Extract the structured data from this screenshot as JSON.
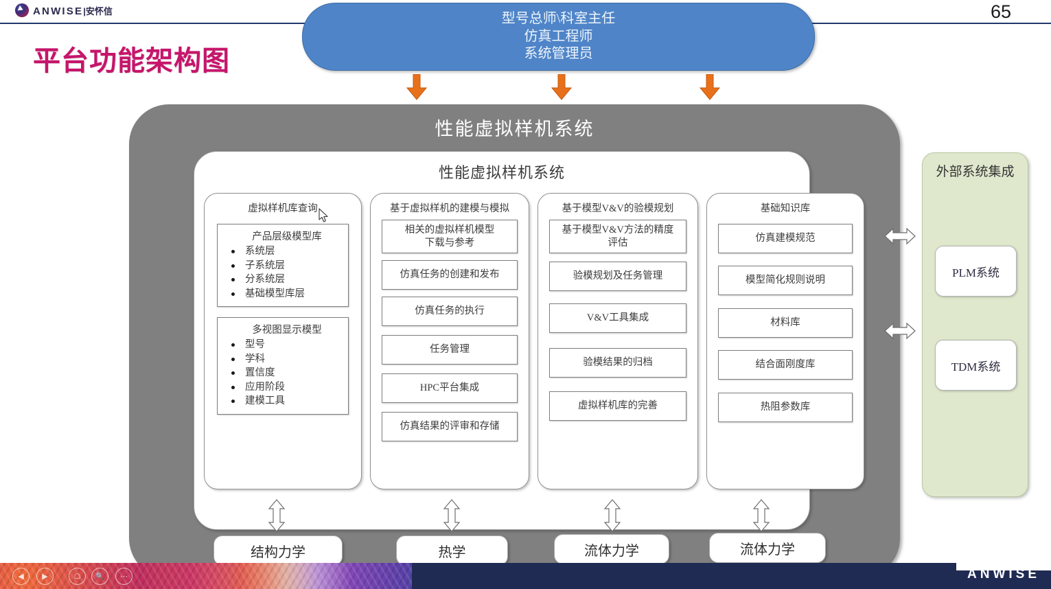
{
  "header": {
    "brand_latin": "ANWISE",
    "brand_sep": "|",
    "brand_cn": "安怀信",
    "page_number": "65"
  },
  "slide": {
    "title": "平台功能架构图"
  },
  "roles": {
    "lines": [
      "型号总师\\科室主任",
      "仿真工程师",
      "系统管理员"
    ],
    "fill_color": "#4f85c8",
    "arrow_color": "#e8701a"
  },
  "outer_system": {
    "title": "性能虚拟样机系统",
    "fill_color": "#808080"
  },
  "inner_system": {
    "title": "性能虚拟样机系统"
  },
  "columns": [
    {
      "title": "虚拟样机库查询",
      "groups": [
        {
          "head": "产品层级模型库",
          "items": [
            "系统层",
            "子系统层",
            "分系统层",
            "基础模型库层"
          ]
        },
        {
          "head": "多视图显示模型",
          "items": [
            "型号",
            "学科",
            "置信度",
            "应用阶段",
            "建模工具"
          ]
        }
      ]
    },
    {
      "title": "基于虚拟样机的建模与模拟",
      "items": [
        "相关的虚拟样机模型\n下载与参考",
        "仿真任务的创建和发布",
        "仿真任务的执行",
        "任务管理",
        "HPC平台集成",
        "仿真结果的评审和存储"
      ]
    },
    {
      "title": "基于模型V&V的验模规划",
      "items": [
        "基于模型V&V方法的精度\n评估",
        "验模规划及任务管理",
        "V&V工具集成",
        "验模结果的归档",
        "虚拟样机库的完善"
      ]
    },
    {
      "title": "基础知识库",
      "items": [
        "仿真建模规范",
        "模型简化规则说明",
        "材料库",
        "结合面刚度库",
        "热阻参数库"
      ]
    }
  ],
  "external": {
    "title": "外部系统集成",
    "fill_color": "#dfe8cd",
    "systems": [
      "PLM系统",
      "TDM系统"
    ]
  },
  "disciplines": [
    "结构力学",
    "热学",
    "流体力学",
    "流体力学"
  ],
  "footer": {
    "buttons": [
      "prev-icon",
      "play-icon",
      "home-icon",
      "search-icon",
      "more-icon"
    ],
    "wordmark": "ANWISE"
  }
}
